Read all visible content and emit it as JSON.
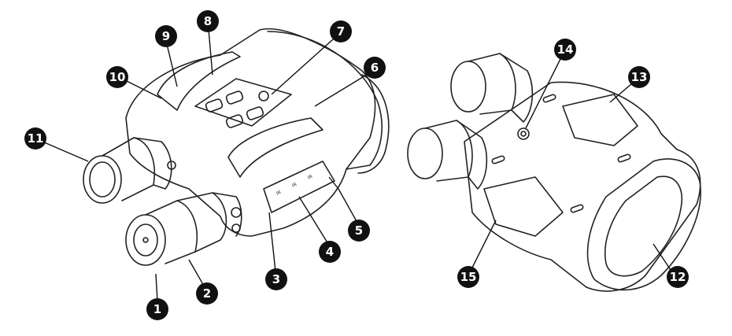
{
  "callouts": [
    "1",
    "2",
    "3",
    "4",
    "5",
    "6",
    "7",
    "8",
    "9",
    "10",
    "11",
    "12",
    "13",
    "14",
    "15"
  ],
  "colors": {
    "line": "#222222",
    "badge": "#111111",
    "badge_text": "#ffffff",
    "background": "#ffffff"
  }
}
